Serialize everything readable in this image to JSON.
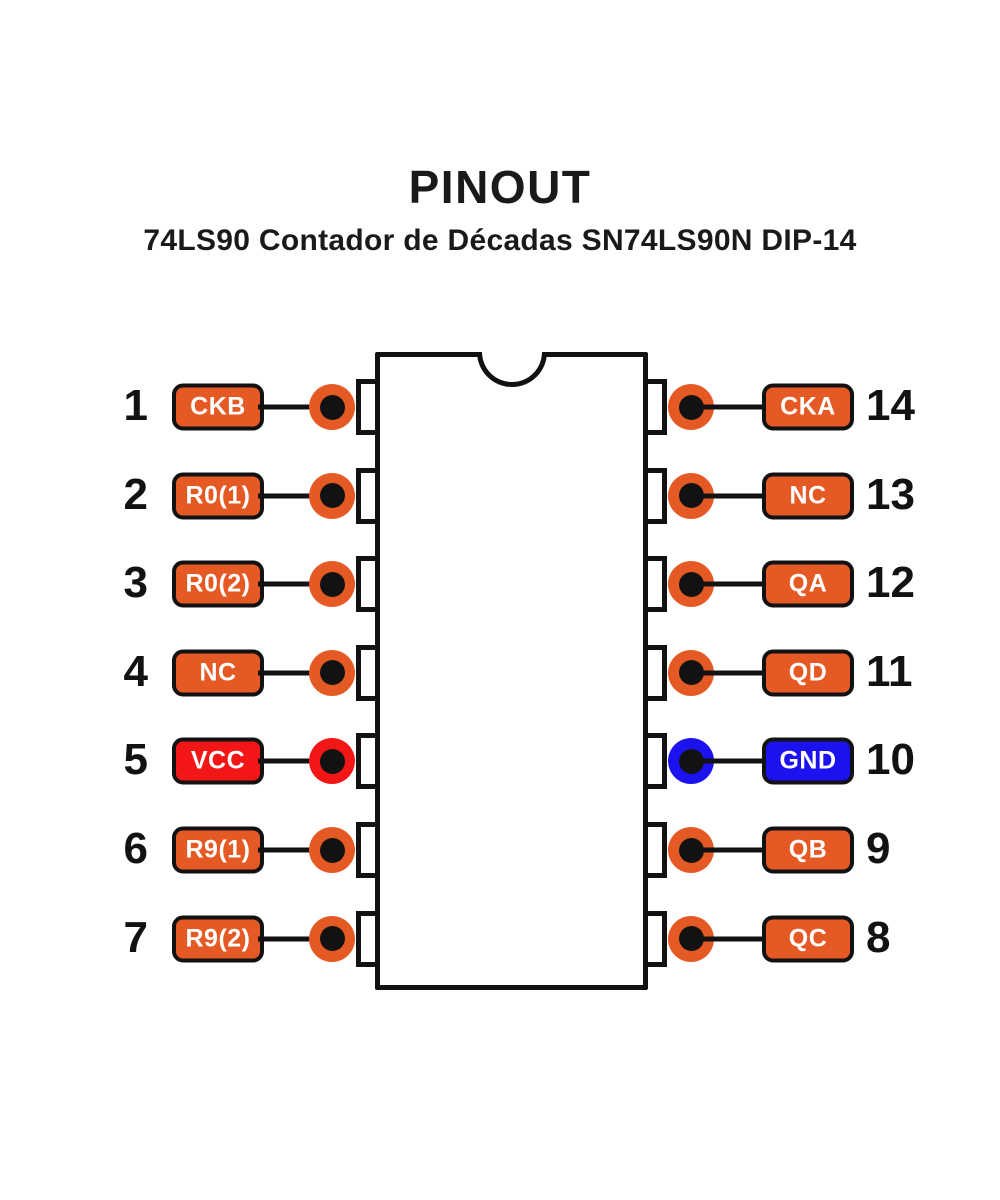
{
  "header": {
    "title": "PINOUT",
    "subtitle": "74LS90 Contador de Décadas SN74LS90N DIP-14"
  },
  "colors": {
    "signal": "#E55A24",
    "power": "#F21616",
    "ground": "#1B12EF",
    "stroke": "#121212"
  },
  "pins": {
    "left": [
      {
        "number": "1",
        "label": "CKB",
        "type": "signal"
      },
      {
        "number": "2",
        "label": "R0(1)",
        "type": "signal"
      },
      {
        "number": "3",
        "label": "R0(2)",
        "type": "signal"
      },
      {
        "number": "4",
        "label": "NC",
        "type": "signal"
      },
      {
        "number": "5",
        "label": "VCC",
        "type": "power"
      },
      {
        "number": "6",
        "label": "R9(1)",
        "type": "signal"
      },
      {
        "number": "7",
        "label": "R9(2)",
        "type": "signal"
      }
    ],
    "right": [
      {
        "number": "14",
        "label": "CKA",
        "type": "signal"
      },
      {
        "number": "13",
        "label": "NC",
        "type": "signal"
      },
      {
        "number": "12",
        "label": "QA",
        "type": "signal"
      },
      {
        "number": "11",
        "label": "QD",
        "type": "signal"
      },
      {
        "number": "10",
        "label": "GND",
        "type": "ground"
      },
      {
        "number": "9",
        "label": "QB",
        "type": "signal"
      },
      {
        "number": "8",
        "label": "QC",
        "type": "signal"
      }
    ]
  }
}
